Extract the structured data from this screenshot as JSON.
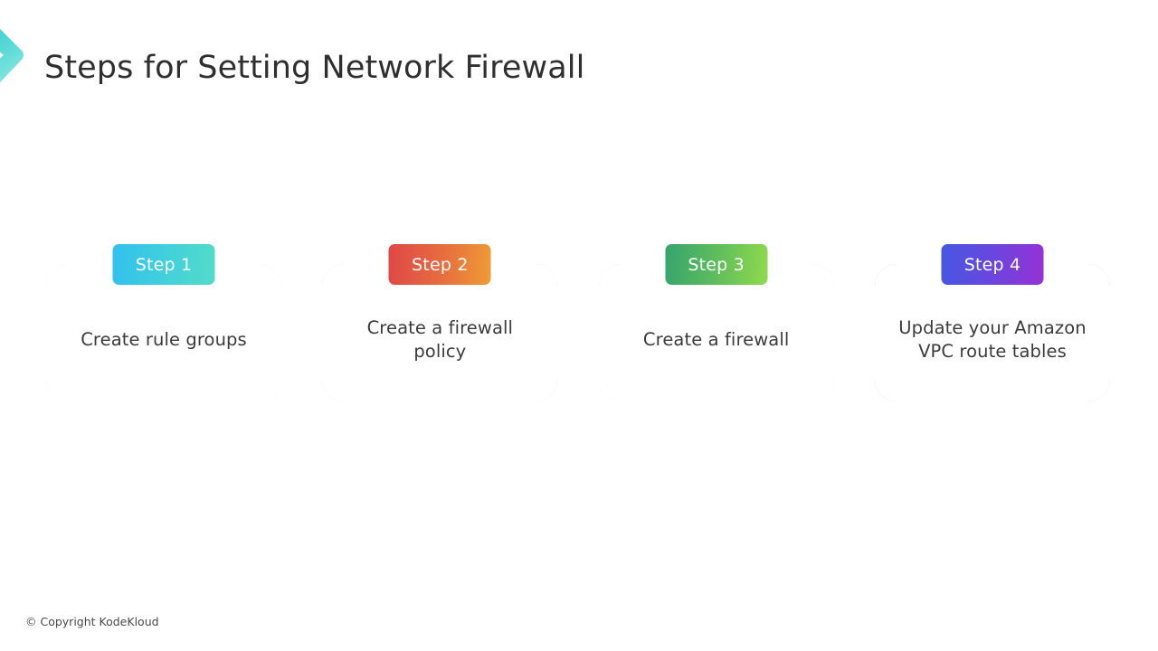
{
  "slide": {
    "title": "Steps for Setting Network Firewall",
    "background_color": "#ffffff",
    "title_color": "#2f2f2f"
  },
  "logo": {
    "name": "chevron-mark",
    "gradient_from": "#34c9d6",
    "gradient_to": "#7fe8e0"
  },
  "steps": [
    {
      "badge": "Step 1",
      "text": "Create rule groups",
      "accent_from": "#32c0ee",
      "accent_to": "#52dcc8",
      "border_color": "#5bc8e0"
    },
    {
      "badge": "Step 2",
      "text": "Create a firewall policy",
      "accent_from": "#df4747",
      "accent_to": "#ef9c35",
      "border_color": "#dd7a5c"
    },
    {
      "badge": "Step 3",
      "text": "Create a firewall",
      "accent_from": "#35a46d",
      "accent_to": "#8fda4d",
      "border_color": "#86cc6c"
    },
    {
      "badge": "Step 4",
      "text": "Update your Amazon VPC route tables",
      "accent_from": "#4657e2",
      "accent_to": "#9631d6",
      "border_color": "#6b3ccb"
    }
  ],
  "footer": {
    "copyright": "© Copyright KodeKloud"
  }
}
